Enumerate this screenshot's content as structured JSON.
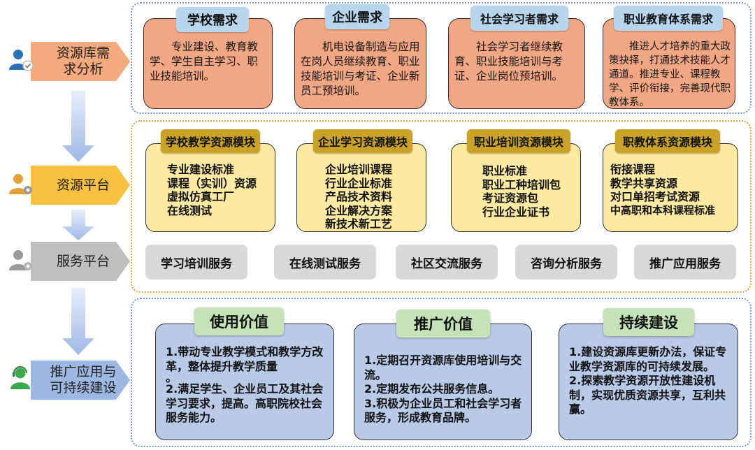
{
  "stages": [
    {
      "line1": "资源库需",
      "line2": "求分析",
      "color": "#f4a97f"
    },
    {
      "line1": "资源平台",
      "line2": "",
      "color": "#f8c141"
    },
    {
      "line1": "服务平台",
      "line2": "",
      "color": "#bfbfbf"
    },
    {
      "line1": "推广应用与",
      "line2": "可持续建设",
      "color": "#9db8e2"
    }
  ],
  "demands": [
    {
      "title": "学校需求",
      "text": "专业建设、教育教学、学生自主学习、职业技能培训。"
    },
    {
      "title": "企业需求",
      "text": "机电设备制造与应用在岗人员继续教育、职业技能培训与考证、企业新员工预培训。"
    },
    {
      "title": "社会学习者需求",
      "text": "社会学习者继续教育、职业技能培训与考证、企业岗位预培训。"
    },
    {
      "title": "职业教育体系需求",
      "text": "推进人才培养的重大政策抉择，打通技术技能人才通道。推进专业、课程教学、评价衔接，完善现代职教体系。"
    }
  ],
  "modules": [
    {
      "title": "学校教学资源模块",
      "items": [
        "专业建设标准",
        "课程（实训）资源",
        "虚拟仿真工厂",
        "在线测试"
      ]
    },
    {
      "title": "企业学习资源模块",
      "items": [
        "企业培训课程",
        "行业企业标准",
        "产品技术资料",
        "企业解决方案",
        "新技术新工艺"
      ]
    },
    {
      "title": "职业培训资源模块",
      "items": [
        "职业标准",
        "职业工种培训包",
        "考证资源包",
        "行业企业证书"
      ]
    },
    {
      "title": "职教体系资源模块",
      "items": [
        "衔接课程",
        "教学共享资源",
        "对口单招考试资源",
        "中高职和本科课程标准"
      ]
    }
  ],
  "services": [
    "学习培训服务",
    "在线测试服务",
    "社区交流服务",
    "咨询分析服务",
    "推广应用服务"
  ],
  "values": [
    {
      "title": "使用价值",
      "lines": [
        "1.带动专业教学模式和教学方改革，整体提升教学质量",
        "。",
        "2.满足学生、企业员工及其社会学习要求，提高。高职院校社会服务能力。"
      ]
    },
    {
      "title": "推广价值",
      "lines": [
        "1.定期召开资源库使用培训与交流。",
        "2.定期发布公共服务信息。",
        "3.积极为企业员工和社会学习者服务，形成教育品牌。"
      ]
    },
    {
      "title": "持续建设",
      "lines": [
        "1.建设资源库更新办法，保证专业教学资源库的可持续发展。",
        "2.探索教学资源开放性建设机制，实现优质资源共享，互利共赢。"
      ]
    }
  ]
}
